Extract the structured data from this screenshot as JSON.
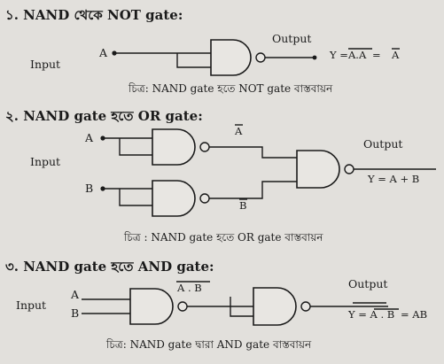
{
  "colors": {
    "paper": "#e2e0dc",
    "ink": "#1a1a1a"
  },
  "section1": {
    "heading": "১. NAND থেকে NOT gate:",
    "label_input": "Input",
    "label_a": "A",
    "label_output": "Output",
    "expr_lhs": "Y = ",
    "expr_over": "A.A",
    "expr_mid": " = ",
    "expr_rhs_over": "A",
    "caption": "চিত্র: NAND gate হতে NOT gate বাস্তবায়ন"
  },
  "section2": {
    "heading": "২. NAND gate হতে OR gate:",
    "label_input": "Input",
    "label_a": "A",
    "label_b": "B",
    "label_abar": "A",
    "label_bbar": "B",
    "label_output": "Output",
    "expr": "Y = A + B",
    "caption": "চিত্র : NAND gate হতে OR gate বাস্তবায়ন"
  },
  "section3": {
    "heading": "৩. NAND gate হতে AND gate:",
    "label_input": "Input",
    "label_a": "A",
    "label_b": "B",
    "label_mid_over": "A . B",
    "label_output": "Output",
    "expr_lhs_over": "Y = A . B",
    "expr_rhs": " = AB",
    "caption": "চিত্র: NAND gate দ্বারা AND gate বাস্তবায়ন"
  }
}
